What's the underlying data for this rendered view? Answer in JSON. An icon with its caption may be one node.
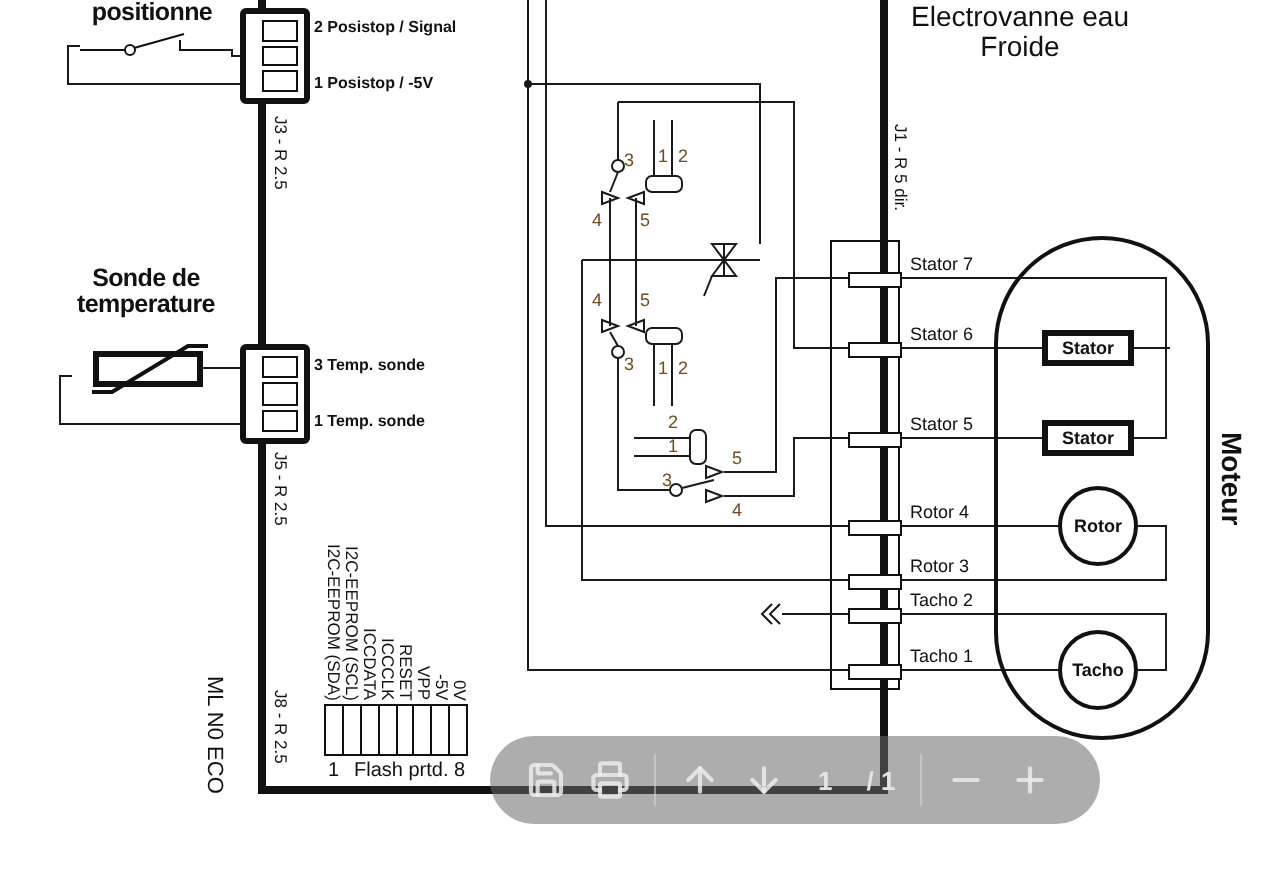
{
  "diagram": {
    "nodes": [
      {
        "text": [
          "positionne"
        ]
      },
      {
        "text": [],
        "shape": "box",
        "beside": [
          "2 Posistop / Signal",
          "1 Posistop / -5V",
          "J3 - R 2.5"
        ]
      },
      {
        "text": [
          "Sonde de temperature"
        ]
      },
      {
        "text": [],
        "shape": "box",
        "beside": [
          "3 Temp. sonde",
          "1 Temp. sonde",
          "J5 - R 2.5"
        ]
      },
      {
        "text": [],
        "shape": "box",
        "beside": [
          "J1 - R 5 dir.",
          "Stator 7",
          "Stator 6",
          "Stator 5",
          "Rotor 4",
          "Rotor 3",
          "Tacho 2",
          "Tacho 1"
        ]
      },
      {
        "text": [
          "Moteur"
        ]
      },
      {
        "text": [
          "Stator"
        ],
        "in": 5
      },
      {
        "text": [
          "Stator"
        ],
        "in": 5
      },
      {
        "text": [
          "Rotor"
        ],
        "in": 5
      },
      {
        "text": [
          "Tacho"
        ],
        "in": 5
      },
      {
        "text": [],
        "shape": "box",
        "beside": [
          "I2C-EEPROM (SDA)",
          "I2C-EEPROM (SCL)",
          "ICCDATA",
          "ICCCLK",
          "RESET",
          "VPP",
          "-5V",
          "0V",
          "1",
          "Flash prtd.",
          "8",
          "J8 - R 2.5"
        ]
      }
    ],
    "edges": [
      {
        "from": 0,
        "to": 1,
        "arrow": "none"
      },
      {
        "from": 2,
        "to": 3,
        "arrow": "none"
      },
      {
        "from": 4,
        "to": 6,
        "arrow": "none"
      },
      {
        "from": 4,
        "to": 7,
        "arrow": "none"
      },
      {
        "from": 4,
        "to": 8,
        "arrow": "none"
      },
      {
        "from": 4,
        "to": 9,
        "arrow": "none"
      },
      {
        "from": 0,
        "to": 1,
        "arrow": "none"
      },
      {
        "from": 2,
        "to": 3,
        "arrow": "none"
      },
      {
        "from": 4,
        "to": 8,
        "arrow": "none"
      },
      {
        "from": 4,
        "to": 9,
        "arrow": "none"
      }
    ],
    "labels": [
      "Electrovanne eau Froide",
      "3",
      "1",
      "2",
      "4",
      "5",
      "4",
      "5",
      "3",
      "1",
      "2",
      "2",
      "1",
      "5",
      "3",
      "4",
      "ML N0 ECO",
      "1",
      "/ 1"
    ]
  }
}
